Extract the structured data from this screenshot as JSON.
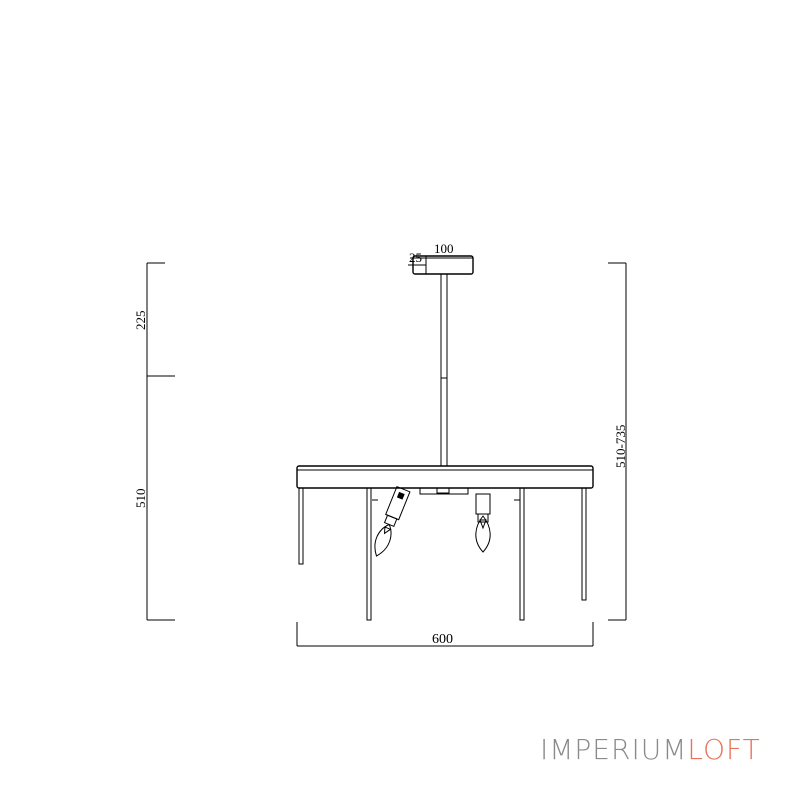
{
  "dimensions": {
    "canopy_width": "100",
    "canopy_height": "25",
    "rod_length": "225",
    "body_height": "510",
    "total_height": "510-735",
    "diameter": "600"
  },
  "brand": {
    "part1": "IMPERIUM",
    "part2": "LOFT",
    "color_gray": "#8a8a8a",
    "color_accent": "#e8735a"
  }
}
